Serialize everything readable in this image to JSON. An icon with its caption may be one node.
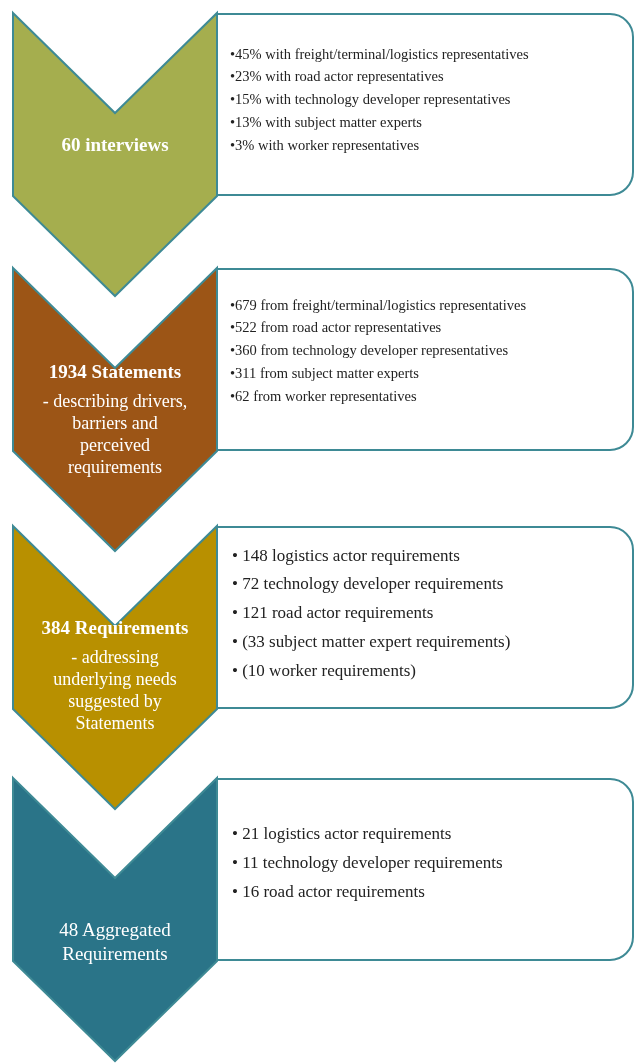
{
  "diagram": {
    "nodes": [
      {
        "text": [
          "60 interviews"
        ]
      },
      {
        "text": [
          "•45% with freight/terminal/logistics representatives",
          "•23% with road actor representatives",
          "•15% with technology developer representatives",
          "•13% with subject matter experts",
          "•3% with worker representatives"
        ]
      },
      {
        "text": [
          "1934 Statements",
          "- describing drivers, barriers and perceived requirements"
        ]
      },
      {
        "text": [
          "•679 from freight/terminal/logistics representatives",
          "•522 from road actor representatives",
          "•360 from technology developer representatives",
          "•311 from subject matter experts",
          "•62 from worker representatives"
        ]
      },
      {
        "text": [
          "384 Requirements",
          "- addressing underlying needs suggested by Statements"
        ]
      },
      {
        "text": [
          "• 148 logistics actor requirements",
          "• 72 technology developer requirements",
          "• 121 road actor requirements",
          "• (33 subject matter expert requirements)",
          "• (10 worker requirements)"
        ]
      },
      {
        "text": [
          "48 Aggregated Requirements"
        ]
      },
      {
        "text": [
          "• 21 logistics actor requirements",
          "• 11 technology developer requirements",
          "• 16 road actor requirements"
        ]
      }
    ]
  }
}
